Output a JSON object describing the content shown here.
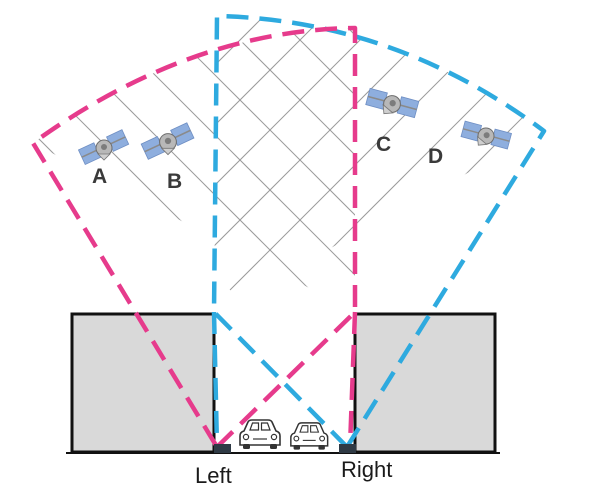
{
  "satellites": [
    {
      "label": "A"
    },
    {
      "label": "B"
    },
    {
      "label": "C"
    },
    {
      "label": "D"
    }
  ],
  "receivers": {
    "left_label": "Left",
    "right_label": "Right"
  },
  "colors": {
    "left_view_boundary": "#e63b8c",
    "right_view_boundary": "#2eaadf",
    "hatch": "#9a9a9a",
    "building_fill": "#d9d9d9",
    "building_stroke": "#111111",
    "satellite_panel": "#8eaede"
  },
  "icons": {
    "satellite": "satellite-icon",
    "car": "car-icon",
    "receiver": "receiver-antenna-icon"
  }
}
